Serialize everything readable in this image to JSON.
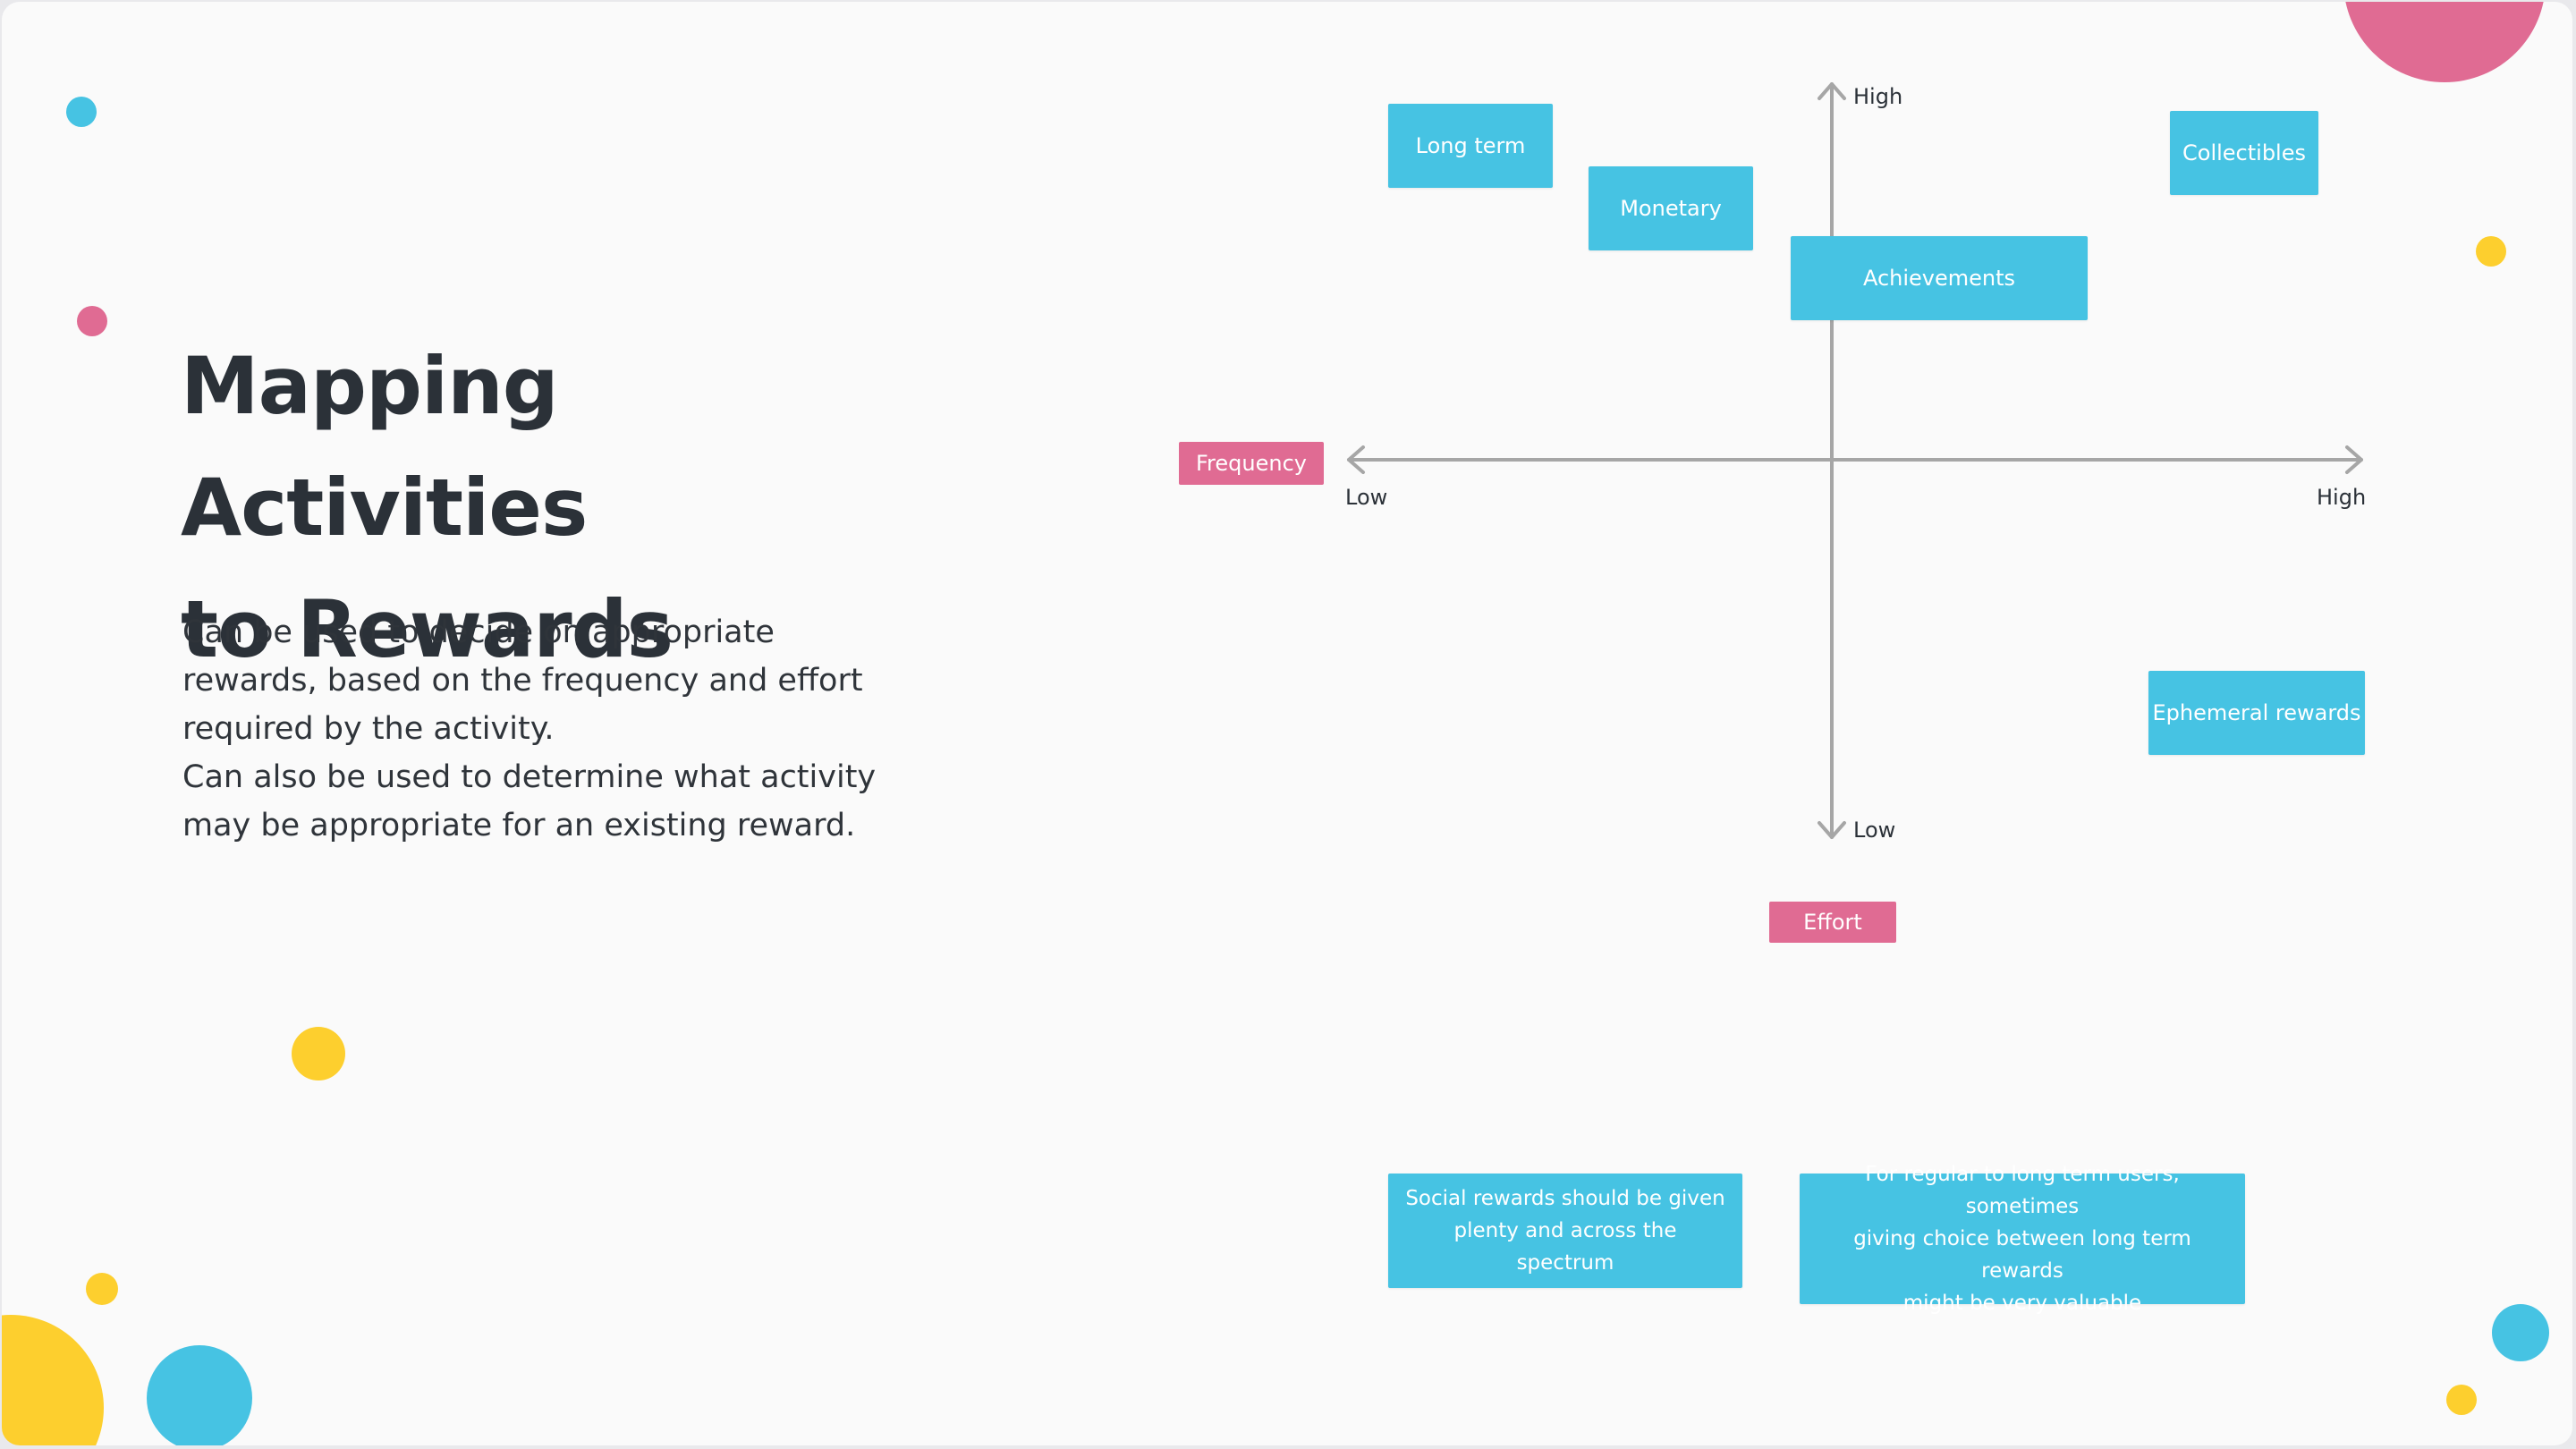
{
  "slide": {
    "title_line1": "Mapping Activities",
    "title_line2": "to Rewards",
    "description_line1": "Can be used to decide on appropriate",
    "description_line2": "rewards, based on the frequency and effort",
    "description_line3": "required by the activity.",
    "description_line4": "Can also be used to determine what activity",
    "description_line5": "may be appropriate for an existing reward."
  },
  "diagram": {
    "horizontal_axis_label": "Frequency",
    "horizontal_low": "Low",
    "horizontal_high": "High",
    "vertical_axis_label": "Effort",
    "vertical_high": "High",
    "vertical_low": "Low",
    "items": {
      "long_term": "Long term",
      "monetary": "Monetary",
      "achievements": "Achievements",
      "collectibles": "Collectibles",
      "ephemeral_rewards": "Ephemeral rewards"
    },
    "notes": {
      "social_line1": "Social rewards should be given",
      "social_line2": "plenty and across the spectrum",
      "regular_line1": "For regular to long term users, sometimes",
      "regular_line2": "giving choice between long term rewards",
      "regular_line3": "might be very valuable"
    }
  },
  "colors": {
    "blue": "#46c3e3",
    "pink": "#e06b93",
    "yellow": "#fdcf2e",
    "text": "#2b3138"
  }
}
